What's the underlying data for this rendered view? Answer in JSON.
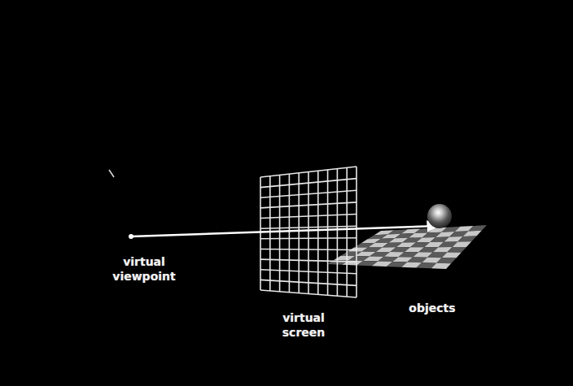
{
  "diagram": {
    "labels": [
      "virtual viewpoint",
      "virtual screen",
      "objects"
    ]
  }
}
